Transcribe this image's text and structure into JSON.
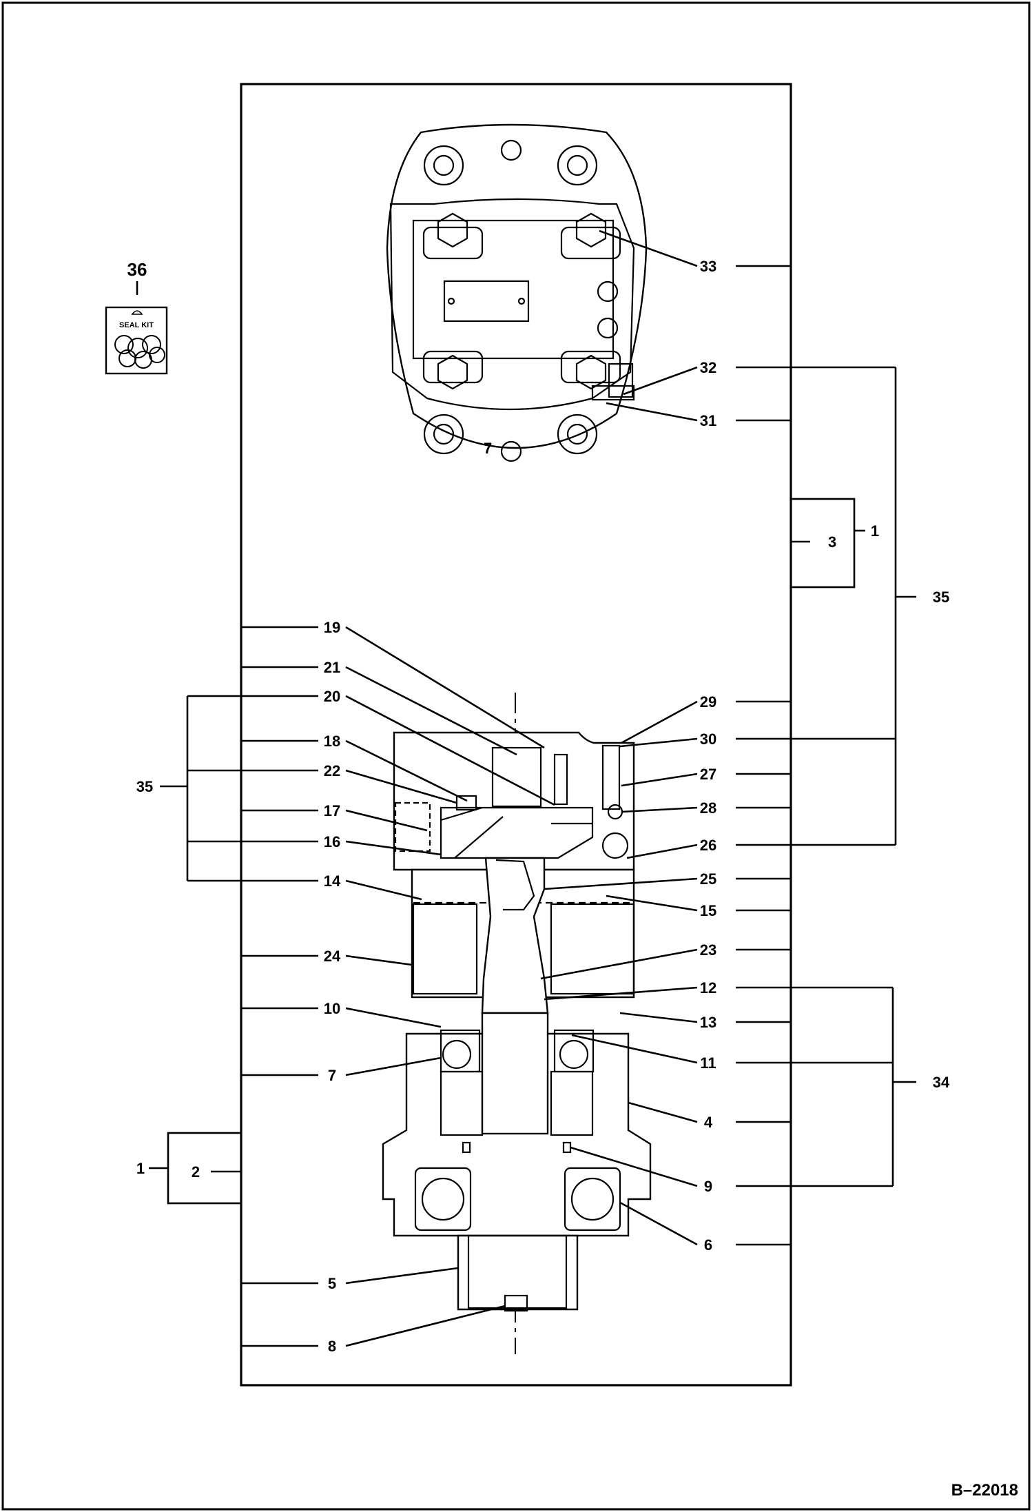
{
  "diagram": {
    "ref_code": "B–22018",
    "seal_kit_label": "SEAL KIT",
    "housing_mark": "7",
    "callouts": {
      "c1_left": "1",
      "c1_right": "1",
      "c2": "2",
      "c3": "3",
      "c4": "4",
      "c5": "5",
      "c6": "6",
      "c7": "7",
      "c8": "8",
      "c9": "9",
      "c10": "10",
      "c11": "11",
      "c12": "12",
      "c13": "13",
      "c14": "14",
      "c15": "15",
      "c16": "16",
      "c17": "17",
      "c18": "18",
      "c19": "19",
      "c20": "20",
      "c21": "21",
      "c22": "22",
      "c23": "23",
      "c24": "24",
      "c25": "25",
      "c26": "26",
      "c27": "27",
      "c28": "28",
      "c29": "29",
      "c30": "30",
      "c31": "31",
      "c32": "32",
      "c33": "33",
      "c34": "34",
      "c35_left": "35",
      "c35_right": "35",
      "c36": "36"
    }
  }
}
